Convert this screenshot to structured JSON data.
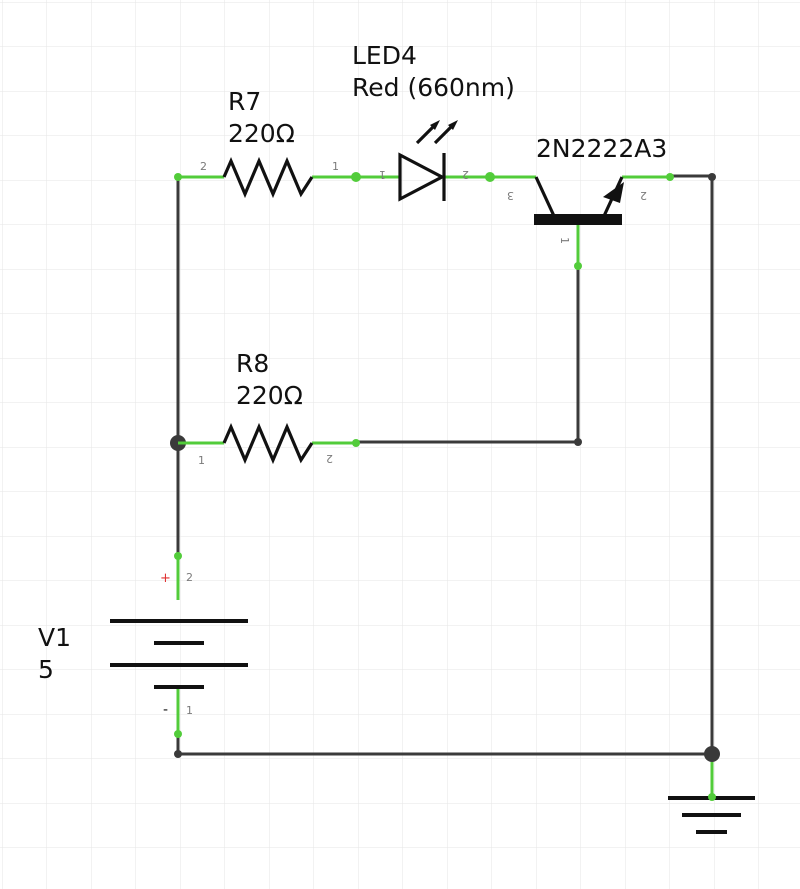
{
  "components": {
    "r7": {
      "name": "R7",
      "value": "220Ω",
      "pin_left": "2",
      "pin_right": "1"
    },
    "led4": {
      "name": "LED4",
      "value": "Red (660nm)",
      "pin_left": "1",
      "pin_right": "2"
    },
    "q": {
      "name": "2N2222A3",
      "pin_collector": "3",
      "pin_base": "1",
      "pin_emitter": "2"
    },
    "r8": {
      "name": "R8",
      "value": "220Ω",
      "pin_left": "1",
      "pin_right": "2"
    },
    "v1": {
      "name": "V1",
      "value": "5",
      "plus_sign": "+",
      "minus_sign": "-",
      "pin_plus": "2",
      "pin_minus": "1"
    }
  },
  "colors": {
    "wire": "#3a3a3a",
    "pin_highlight": "#52cc3a",
    "symbol": "#111111",
    "grid": "#e6e6e6",
    "plus_sign": "#e03030"
  }
}
